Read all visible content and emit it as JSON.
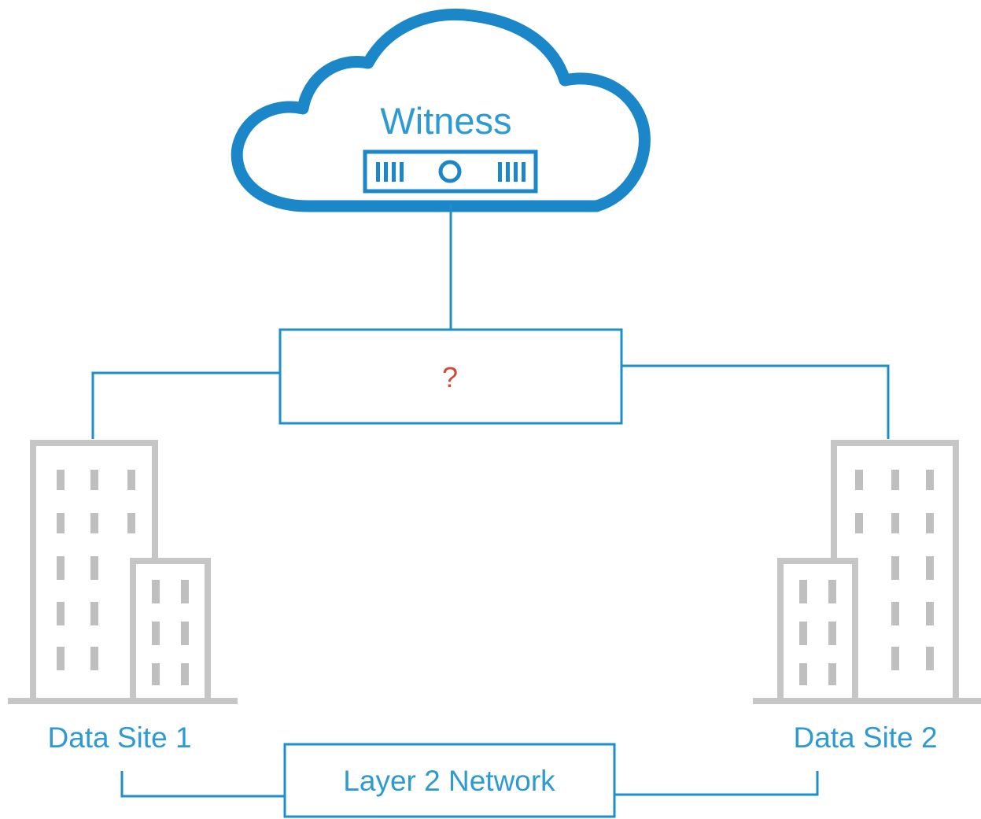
{
  "colors": {
    "line": "#1d8fc9",
    "cloud": "#1b87c9",
    "label": "#2e9ad3",
    "question": "#d04a3a",
    "building": "#c6c6c6",
    "building_window": "#bfbfbf",
    "background": "#ffffff"
  },
  "witness": {
    "label": "Witness",
    "icon": "server-icon"
  },
  "middle_box": {
    "label": "?"
  },
  "sites": [
    {
      "label": "Data Site 1",
      "icon": "building-icon"
    },
    {
      "label": "Data Site 2",
      "icon": "building-icon"
    }
  ],
  "network": {
    "label": "Layer 2 Network"
  }
}
